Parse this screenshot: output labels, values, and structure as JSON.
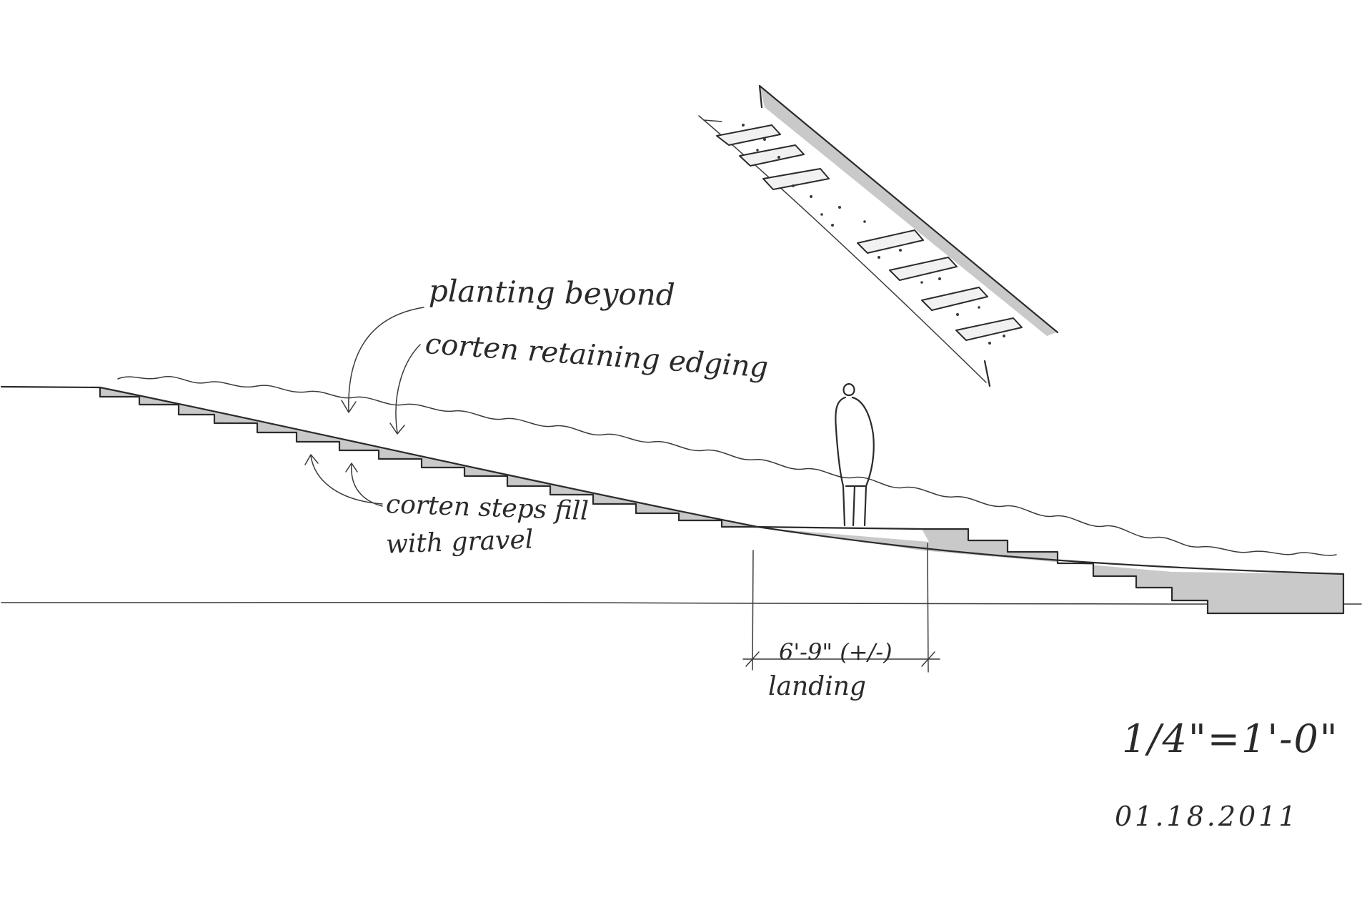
{
  "annotations": {
    "planting": "planting beyond",
    "edging": "corten retaining edging",
    "steps_line1": "corten steps fill",
    "steps_line2": "with gravel",
    "dimension": "6'-9\" (+/-)",
    "landing": "landing",
    "scale": "1/4\"=1'-0\"",
    "date": "01.18.2011"
  },
  "colors": {
    "ink": "#2b2b2b",
    "hatch": "#c9c9c9",
    "paper": "#ffffff"
  }
}
